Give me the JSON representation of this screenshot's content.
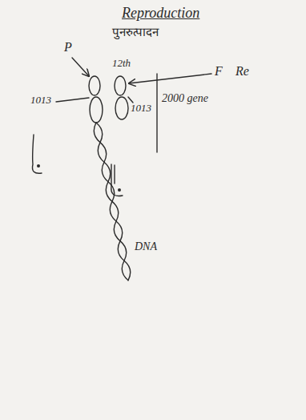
{
  "diagram": {
    "title": "Reproduction",
    "labels": [
      "पुनरुत्पादन",
      "P",
      "12th",
      "F",
      "Re",
      "1013",
      "1013",
      "2000 gene",
      "DNA"
    ]
  }
}
